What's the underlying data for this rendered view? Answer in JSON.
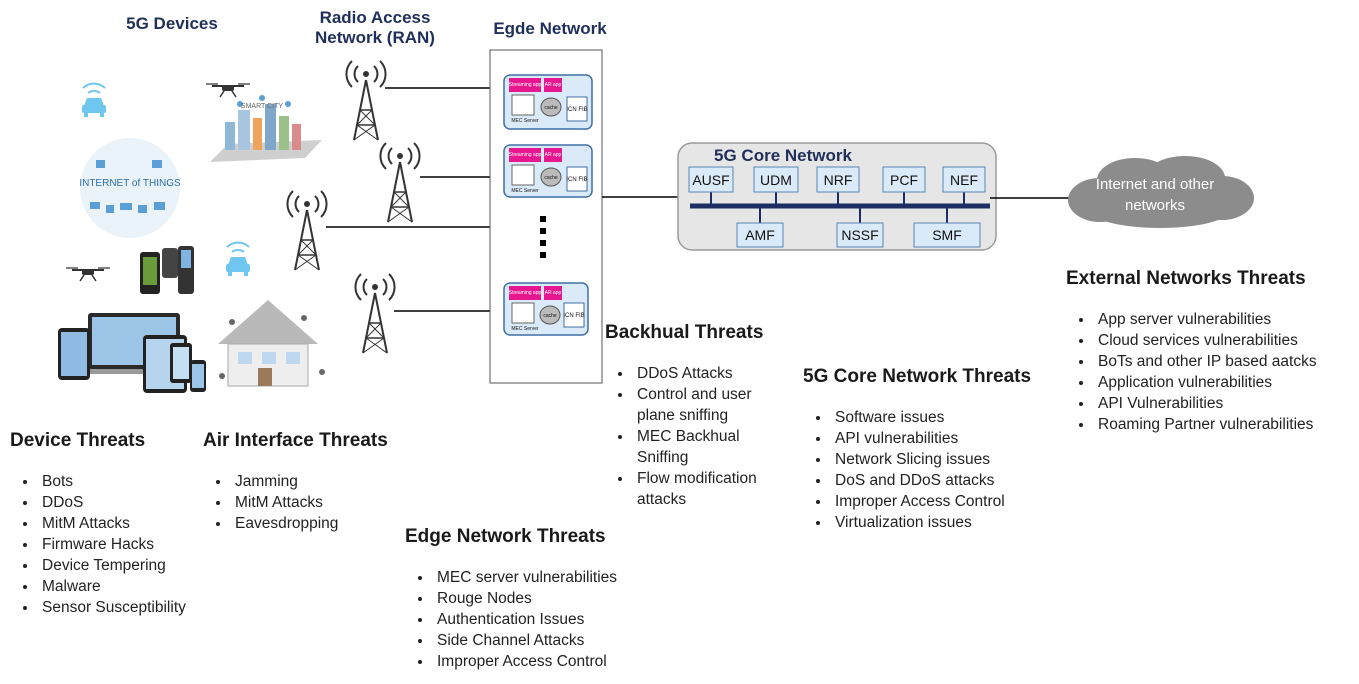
{
  "headers": {
    "devices": "5G Devices",
    "ran": "Radio Access Network (RAN)",
    "edge": "Egde Network"
  },
  "edge_node": {
    "app1": "Streaming app",
    "app2": "AR app",
    "server": "MEC Server",
    "cache": "cache",
    "fib": "ICN FIB"
  },
  "core": {
    "title": "5G Core Network",
    "top_functions": [
      "AUSF",
      "UDM",
      "NRF",
      "PCF",
      "NEF"
    ],
    "bottom_functions": [
      "AMF",
      "NSSF",
      "SMF"
    ]
  },
  "internet": {
    "label": "Internet and other networks"
  },
  "device_labels": {
    "iot": "INTERNET of THINGS",
    "city": "SMART CITY"
  },
  "threats": {
    "device": {
      "title": "Device Threats",
      "items": [
        "Bots",
        "DDoS",
        "MitM Attacks",
        "Firmware Hacks",
        "Device Tempering",
        "Malware",
        "Sensor Susceptibility"
      ]
    },
    "air": {
      "title": "Air Interface Threats",
      "items": [
        "Jamming",
        "MitM Attacks",
        "Eavesdropping"
      ]
    },
    "edge": {
      "title": "Edge Network Threats",
      "items": [
        "MEC server vulnerabilities",
        "Rouge Nodes",
        "Authentication Issues",
        "Side Channel Attacks",
        "Improper Access Control"
      ]
    },
    "backhaul": {
      "title": "Backhual Threats",
      "items": [
        "DDoS Attacks",
        "Control and user plane sniffing",
        "MEC Backhual Sniffing",
        "Flow modification attacks"
      ]
    },
    "core": {
      "title": "5G Core Network Threats",
      "items": [
        "Software issues",
        "API vulnerabilities",
        "Network Slicing issues",
        "DoS and DDoS attacks",
        "Improper Access Control",
        "Virtualization issues"
      ]
    },
    "external": {
      "title": "External Networks Threats",
      "items": [
        "App server vulnerabilities",
        "Cloud services vulnerabilities",
        "BoTs and other IP based aatcks",
        "Application vulnerabilities",
        "API Vulnerabilities",
        "Roaming Partner vulnerabilities"
      ]
    }
  },
  "colors": {
    "heading": "#1f2f5a",
    "node_fill": "#dbeaf8",
    "app_fill": "#e6178f",
    "bus": "#1b2d63",
    "cloud": "#8c8c8c",
    "car_icon": "#6fc6ee"
  }
}
